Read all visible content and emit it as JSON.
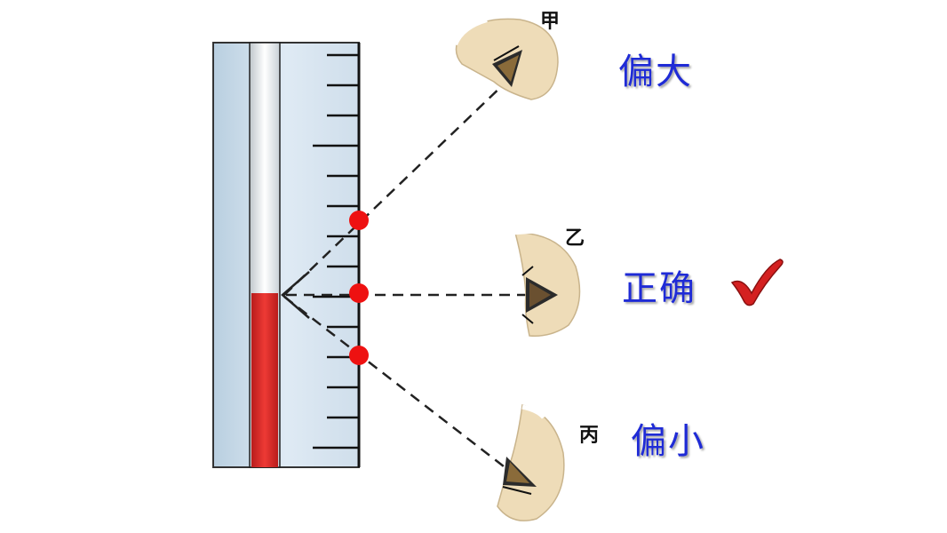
{
  "observers": [
    {
      "id": "jia",
      "label": "甲",
      "result": "偏大"
    },
    {
      "id": "yi",
      "label": "乙",
      "result": "正确"
    },
    {
      "id": "bing",
      "label": "丙",
      "result": "偏小"
    }
  ],
  "colors": {
    "liquid": "#e0292b",
    "result_text": "#1f2bd6",
    "dot": "#ee1111",
    "check": "#d42020",
    "scale_bg": "#d9e6f2",
    "skin": "#eedcb8"
  },
  "icons": {
    "correct_mark": "check-icon"
  }
}
